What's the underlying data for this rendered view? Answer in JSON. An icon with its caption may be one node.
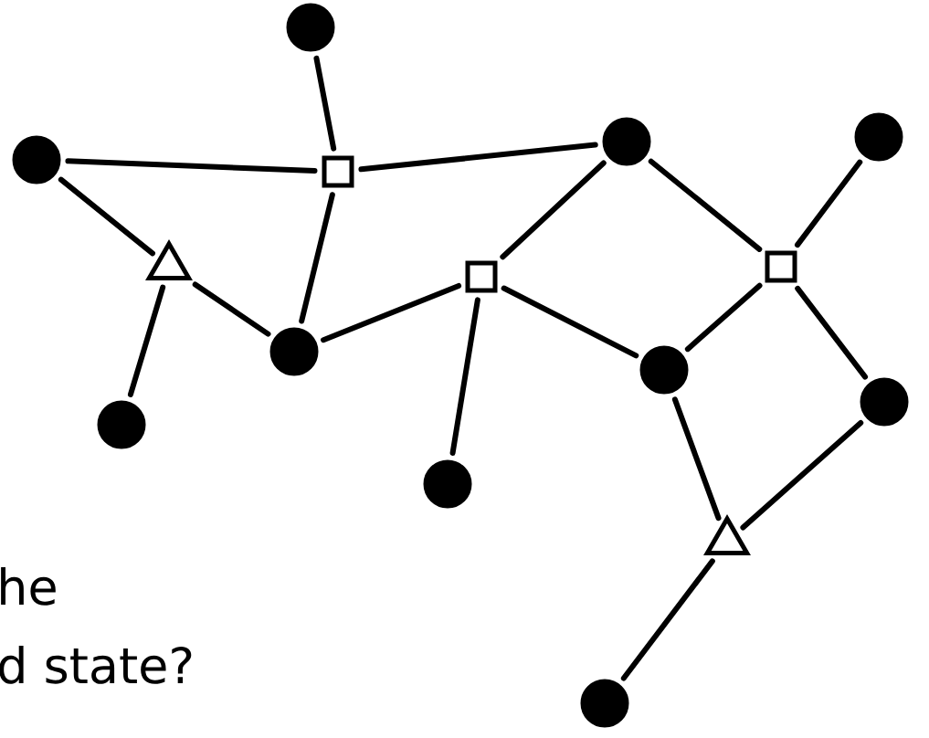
{
  "diagram": {
    "nodes": [
      {
        "text": [],
        "shape": "circle"
      },
      {
        "text": [],
        "shape": "circle"
      },
      {
        "text": [],
        "shape": "box"
      },
      {
        "text": [],
        "shape": "circle"
      },
      {
        "text": [],
        "shape": "circle"
      },
      {
        "text": [],
        "shape": "triangle"
      },
      {
        "text": [],
        "shape": "box"
      },
      {
        "text": [],
        "shape": "box"
      },
      {
        "text": [],
        "shape": "circle"
      },
      {
        "text": [],
        "shape": "circle"
      },
      {
        "text": [],
        "shape": "circle"
      },
      {
        "text": [],
        "shape": "circle"
      },
      {
        "text": [],
        "shape": "circle"
      },
      {
        "text": [],
        "shape": "triangle"
      },
      {
        "text": [],
        "shape": "circle"
      }
    ],
    "edges": [
      {
        "from": 0,
        "to": 2,
        "arrow": "none"
      },
      {
        "from": 1,
        "to": 2,
        "arrow": "none"
      },
      {
        "from": 2,
        "to": 3,
        "arrow": "none"
      },
      {
        "from": 2,
        "to": 9,
        "arrow": "none"
      },
      {
        "from": 1,
        "to": 5,
        "arrow": "none"
      },
      {
        "from": 5,
        "to": 10,
        "arrow": "none"
      },
      {
        "from": 5,
        "to": 9,
        "arrow": "none"
      },
      {
        "from": 9,
        "to": 6,
        "arrow": "none"
      },
      {
        "from": 6,
        "to": 3,
        "arrow": "none"
      },
      {
        "from": 6,
        "to": 12,
        "arrow": "none"
      },
      {
        "from": 6,
        "to": 8,
        "arrow": "none"
      },
      {
        "from": 3,
        "to": 7,
        "arrow": "none"
      },
      {
        "from": 4,
        "to": 7,
        "arrow": "none"
      },
      {
        "from": 7,
        "to": 8,
        "arrow": "none"
      },
      {
        "from": 7,
        "to": 11,
        "arrow": "none"
      },
      {
        "from": 8,
        "to": 13,
        "arrow": "none"
      },
      {
        "from": 11,
        "to": 13,
        "arrow": "none"
      },
      {
        "from": 13,
        "to": 14,
        "arrow": "none"
      }
    ],
    "labels": [
      "he",
      "d state?"
    ]
  }
}
